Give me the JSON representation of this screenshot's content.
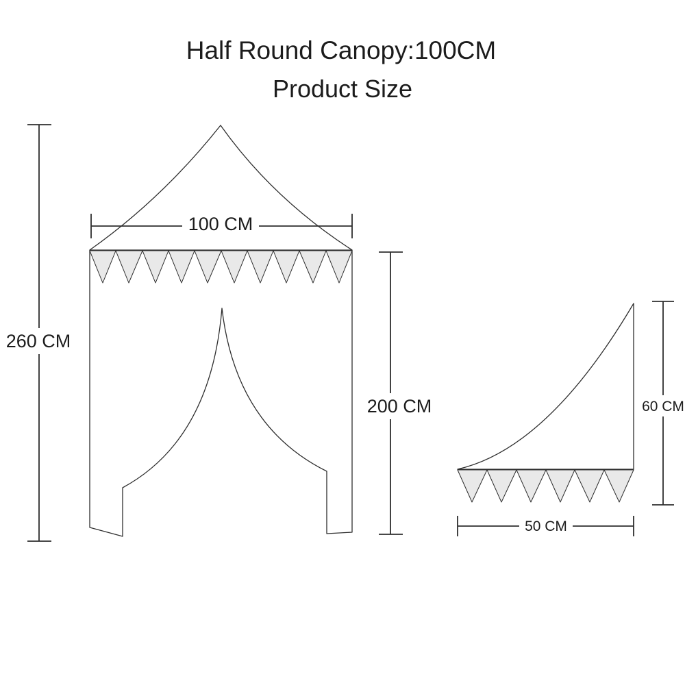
{
  "header": {
    "title": "Half Round Canopy:100CM",
    "subtitle": "Product Size"
  },
  "front_view": {
    "total_height_label": "260 CM",
    "canopy_width_label": "100 CM",
    "fabric_height_label": "200 CM"
  },
  "side_view": {
    "height_label": "60 CM",
    "width_label": "50 CM"
  },
  "colors": {
    "line": "#2e2e2e",
    "pennant_fill": "#e9e9e9",
    "background": "#ffffff",
    "text": "#1c1c1c"
  }
}
